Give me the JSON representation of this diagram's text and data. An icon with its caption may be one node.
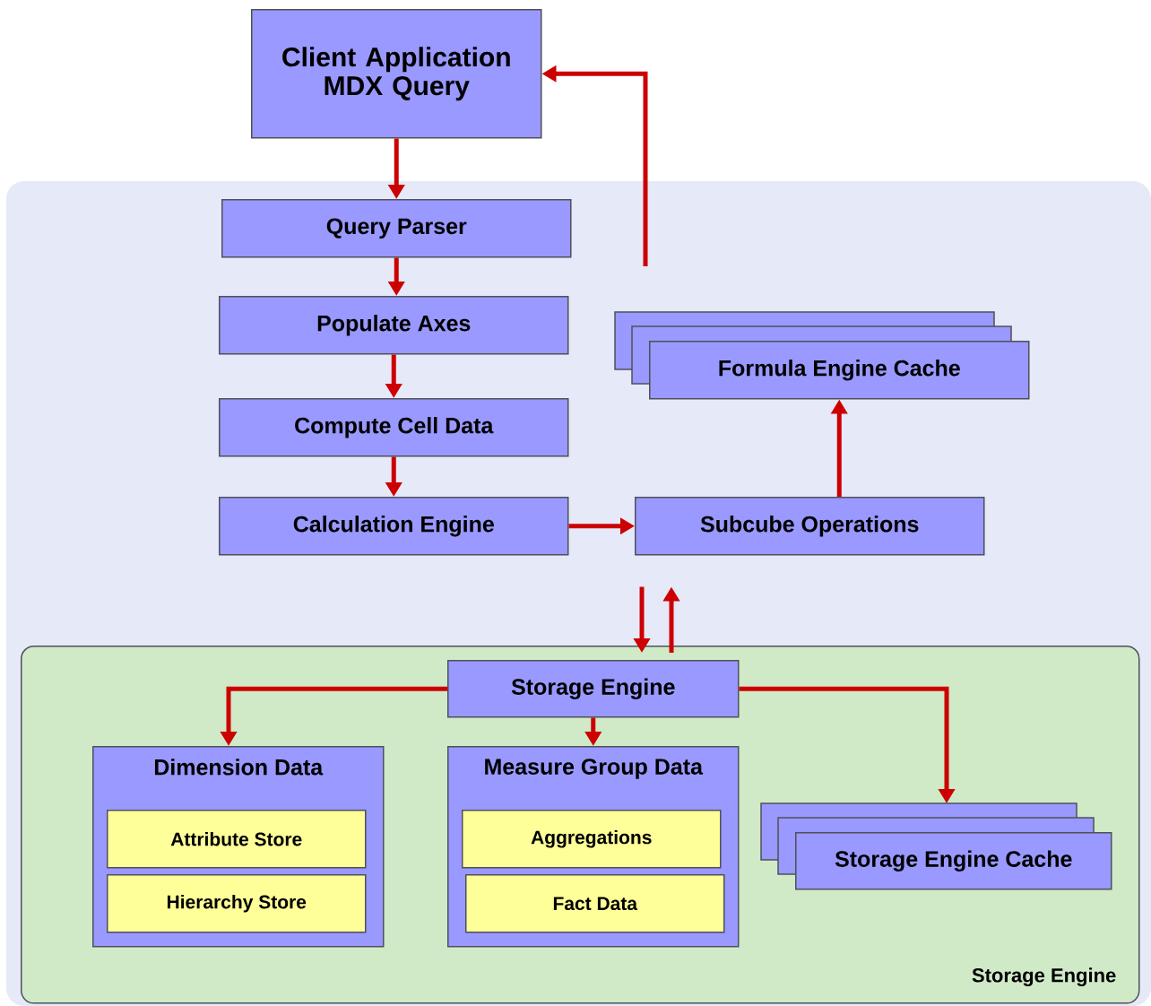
{
  "diagram": {
    "nodes": [
      {
        "text": [
          "Client Application MDX Query"
        ]
      },
      {
        "text": [
          "Query Parser"
        ]
      },
      {
        "text": [
          "Populate Axes"
        ]
      },
      {
        "text": [
          "Compute Cell Data"
        ]
      },
      {
        "text": [
          "Calculation Engine"
        ]
      },
      {
        "text": [
          "Formula Engine Cache"
        ]
      },
      {
        "text": [
          "Subcube Operations"
        ]
      },
      {
        "text": [
          "Storage Engine"
        ]
      },
      {
        "text": [
          "Storage Engine"
        ],
        "in": 7
      },
      {
        "text": [
          "Dimension Data"
        ],
        "in": 7
      },
      {
        "text": [
          "Attribute Store"
        ],
        "in": 9
      },
      {
        "text": [
          "Hierarchy Store"
        ],
        "in": 9
      },
      {
        "text": [
          "Measure Group Data"
        ],
        "in": 7
      },
      {
        "text": [
          "Aggregations"
        ],
        "in": 12
      },
      {
        "text": [
          "Fact Data"
        ],
        "in": 12
      },
      {
        "text": [
          "Storage Engine Cache"
        ],
        "in": 7
      }
    ],
    "edges": [
      {
        "from": 0,
        "to": 1,
        "arrow": "to"
      },
      {
        "from": 1,
        "to": 2,
        "arrow": "to"
      },
      {
        "from": 2,
        "to": 3,
        "arrow": "to"
      },
      {
        "from": 3,
        "to": 4,
        "arrow": "to"
      },
      {
        "from": 4,
        "to": 6,
        "arrow": "to"
      },
      {
        "from": 6,
        "to": 5,
        "arrow": "to"
      },
      {
        "from": null,
        "to": 0,
        "arrow": "to"
      },
      {
        "from": 6,
        "to": 8,
        "arrow": "to"
      },
      {
        "from": 8,
        "to": 6,
        "arrow": "to"
      },
      {
        "from": 8,
        "to": 9,
        "arrow": "to"
      },
      {
        "from": 8,
        "to": 12,
        "arrow": "to"
      },
      {
        "from": 8,
        "to": 15,
        "arrow": "to"
      }
    ]
  }
}
